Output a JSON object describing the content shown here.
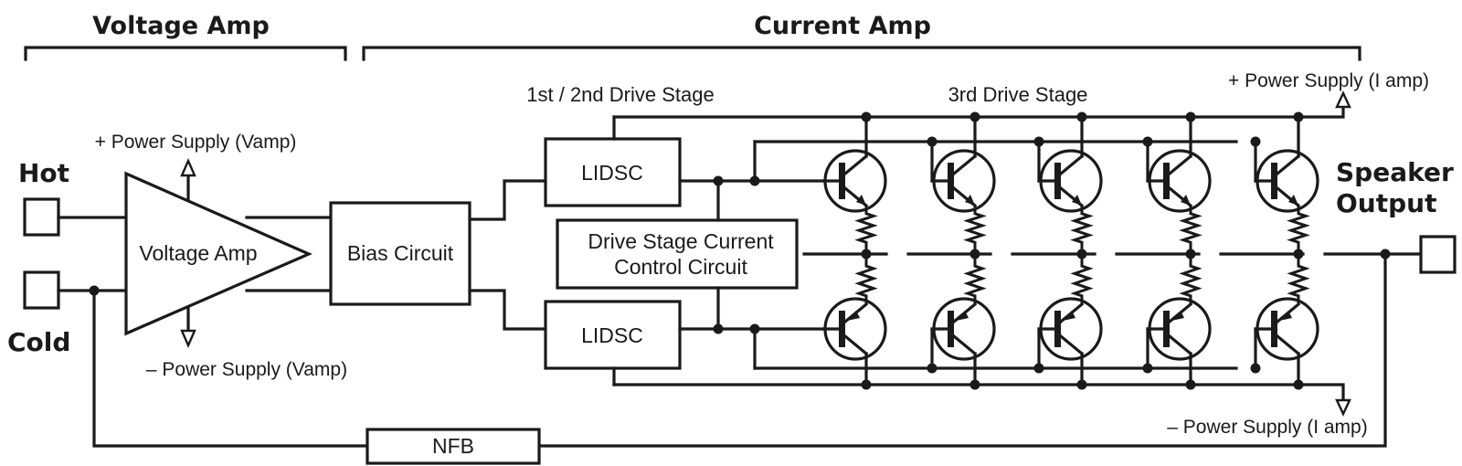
{
  "headers": {
    "voltage_amp": "Voltage Amp",
    "current_amp": "Current Amp"
  },
  "terminals": {
    "hot": "Hot",
    "cold": "Cold",
    "speaker_line1": "Speaker",
    "speaker_line2": "Output"
  },
  "supplies": {
    "vamp_pos": "+ Power Supply (Vamp)",
    "vamp_neg": "– Power Supply (Vamp)",
    "iamp_pos": "+ Power Supply (I amp)",
    "iamp_neg": "– Power Supply (I amp)"
  },
  "blocks": {
    "voltage_amp": "Voltage Amp",
    "bias_circuit": "Bias Circuit",
    "lidsc_top": "LIDSC",
    "lidsc_bottom": "LIDSC",
    "drive_ctrl_line1": "Drive Stage Current",
    "drive_ctrl_line2": "Control Circuit",
    "nfb": "NFB"
  },
  "stages": {
    "drive_12": "1st / 2nd Drive Stage",
    "drive_3": "3rd Drive Stage"
  },
  "colors": {
    "ink": "#1a1a1a",
    "background": "#ffffff"
  }
}
